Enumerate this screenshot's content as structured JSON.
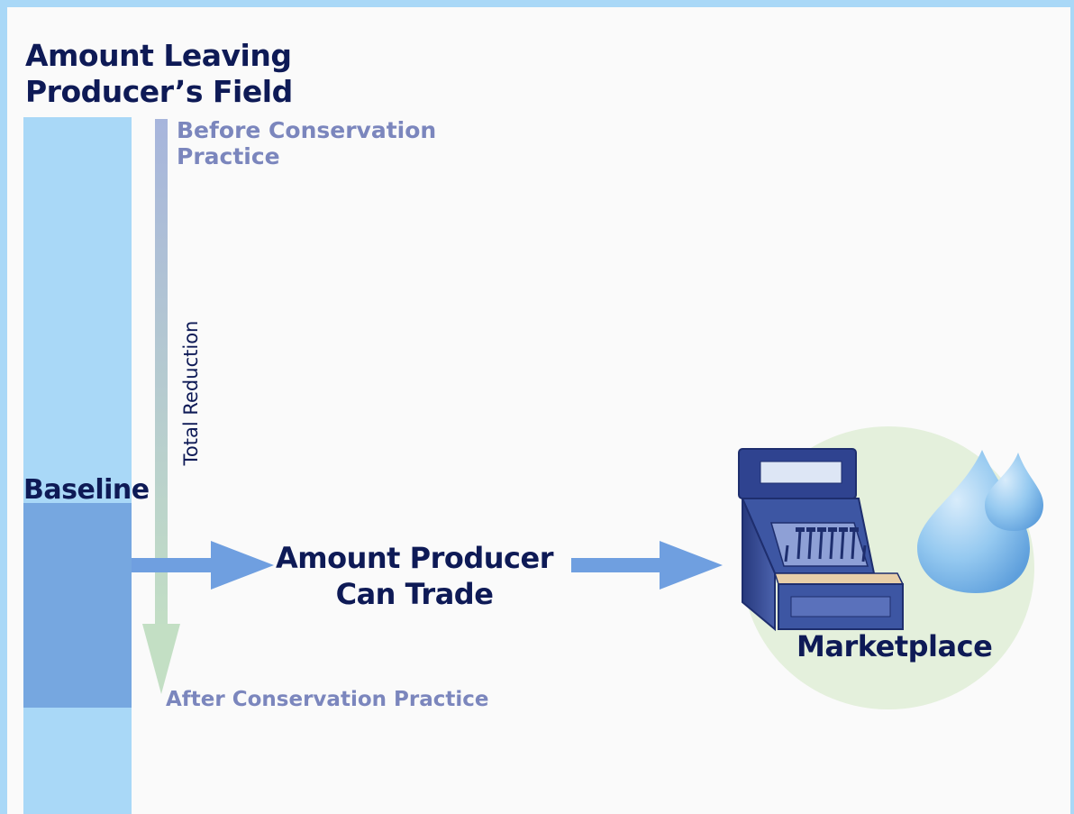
{
  "title_line1": "Amount Leaving",
  "title_line2": "Producer’s Field",
  "before_line1": "Before Conservation",
  "before_line2": "Practice",
  "total_reduction": "Total Reduction",
  "baseline": "Baseline",
  "trade_line1": "Amount Producer",
  "trade_line2": "Can Trade",
  "after": "After Conservation Practice",
  "marketplace": "Marketplace",
  "colors": {
    "navy_text": "#0e1a56",
    "muted_text": "#7b86bd",
    "light_bar": "#a9d8f7",
    "dark_bar": "#76a7e0",
    "arrow": "#6f9fe0",
    "circle": "#e4f0dc",
    "register": "#3b4f98",
    "drop": "#8ec4ef"
  },
  "icons": [
    "cash-register-icon",
    "water-drops-icon",
    "arrow-icon"
  ]
}
